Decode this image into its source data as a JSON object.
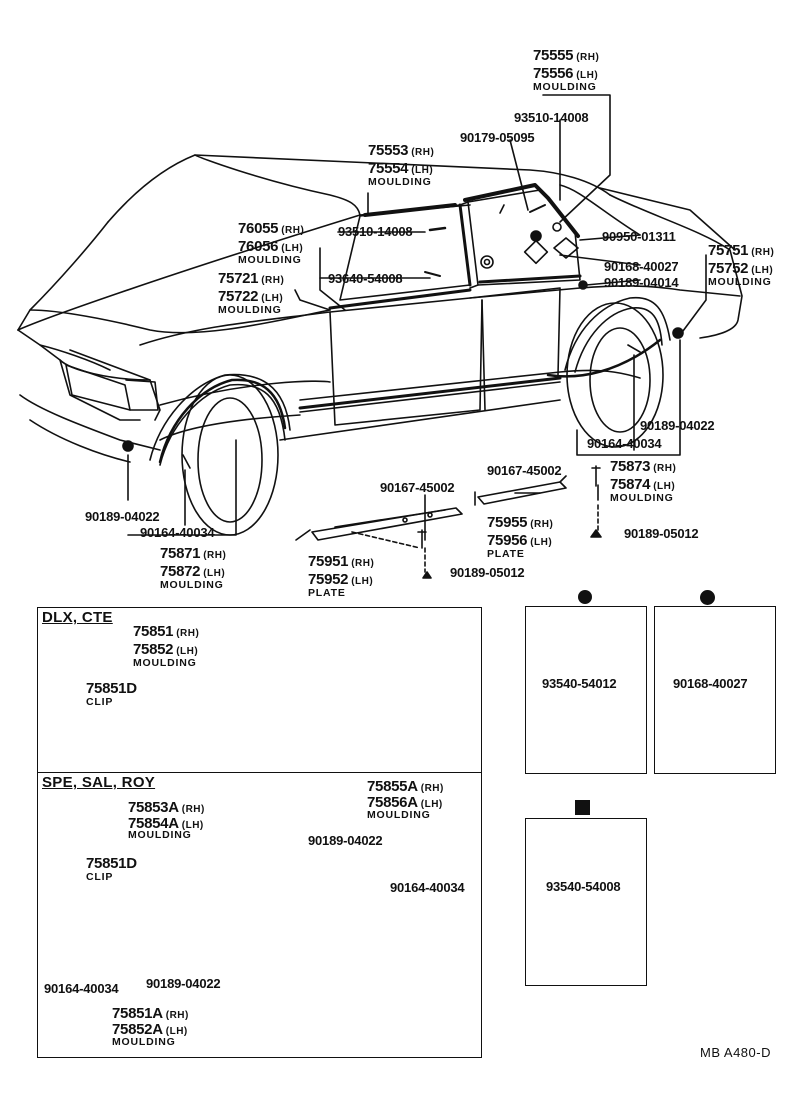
{
  "labels": {
    "p75555": "75555",
    "p75556": "75556",
    "rh": "(RH)",
    "lh": "(LH)",
    "moulding": "MOULDING",
    "clip": "CLIP",
    "plate": "PLATE",
    "p93510_a": "93510-14008",
    "p90179": "90179-05095",
    "p75553": "75553",
    "p75554": "75554",
    "p76055": "76055",
    "p76056": "76056",
    "p93510_b": "93510-14008",
    "p90950": "90950-01311",
    "p75751": "75751",
    "p75752": "75752",
    "p75721": "75721",
    "p75722": "75722",
    "p93640": "93640-54008",
    "p90168_a": "90168-40027",
    "p90189_04014": "90189-04014",
    "p90189_04022_r": "90189-04022",
    "p90164_40034_r": "90164-40034",
    "p90167_45002_r": "90167-45002",
    "p75873": "75873",
    "p75874": "75874",
    "p90167_45002_c": "90167-45002",
    "p75955": "75955",
    "p75956": "75956",
    "p90189_05012_r": "90189-05012",
    "p90189_04022_l": "90189-04022",
    "p90164_40034_l": "90164-40034",
    "p75871": "75871",
    "p75872": "75872",
    "p75951": "75951",
    "p75952": "75952",
    "p90189_05012_c": "90189-05012"
  },
  "panels": {
    "dlx": {
      "title": "DLX, CTE",
      "p75851": "75851",
      "p75852": "75852",
      "p75851d": "75851D"
    },
    "spe": {
      "title": "SPE, SAL, ROY",
      "p75853a": "75853A",
      "p75854a": "75854A",
      "p75855a": "75855A",
      "p75856a": "75856A",
      "p90189_04022_a": "90189-04022",
      "p90164_40034_a": "90164-40034",
      "p75851d": "75851D",
      "p90164_40034_b": "90164-40034",
      "p90189_04022_b": "90189-04022",
      "p75851a": "75851A",
      "p75852a": "75852A"
    },
    "box1": {
      "part": "93540-54012"
    },
    "box2": {
      "part": "90168-40027"
    },
    "box3": {
      "part": "93540-54008"
    }
  },
  "footer": {
    "code": "MB  A480-D"
  }
}
